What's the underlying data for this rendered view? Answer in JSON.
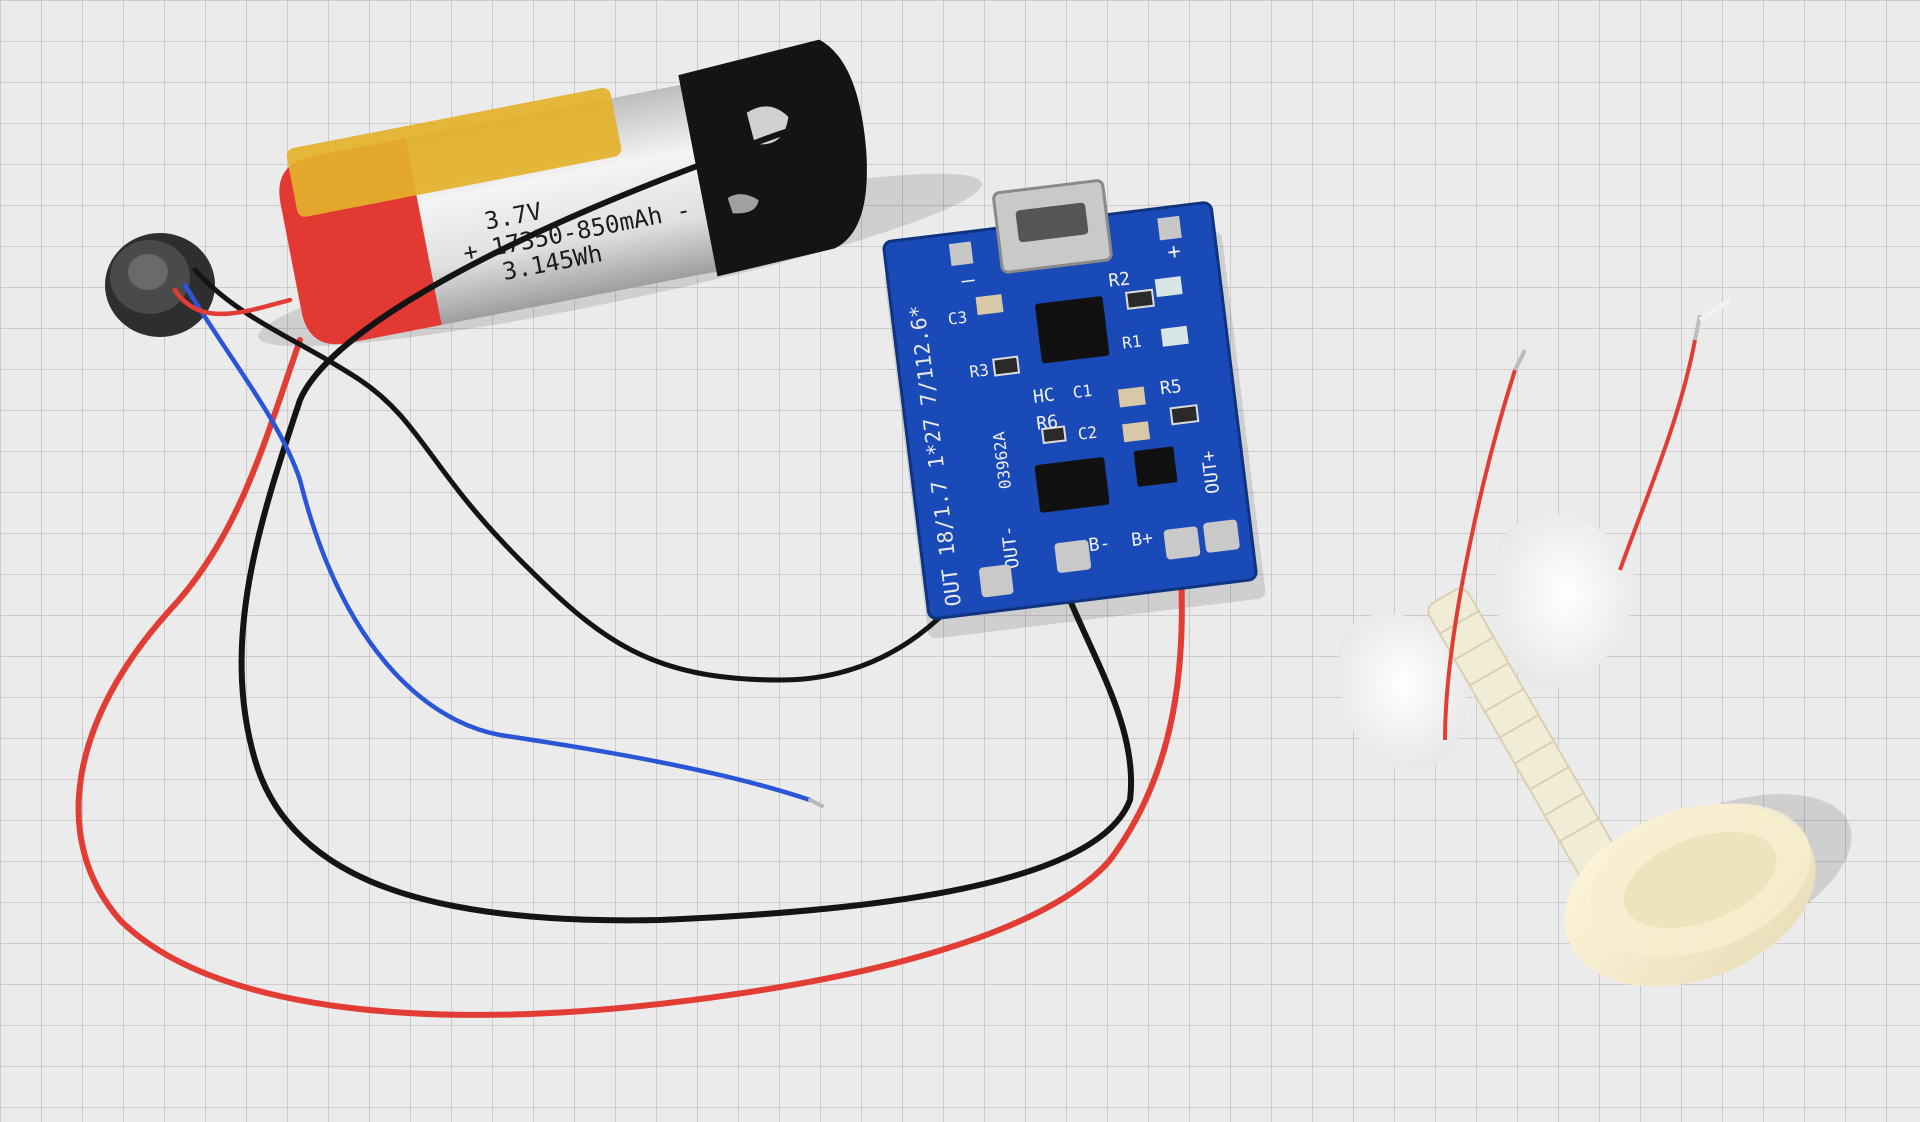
{
  "photo": {
    "subject": "TP4056 charger board wired to a Li-ion cell",
    "battery": {
      "label_lines": [
        "3.7V",
        "+ 17350-850mAh -",
        "3.145Wh"
      ]
    },
    "board": {
      "side_text": "OUT 18/1.7 1*27 7/112.6*",
      "silkscreen": {
        "minus": "–",
        "plus": "+",
        "r2": "R2",
        "r3": "R3",
        "r1": "R1",
        "c3": "C3",
        "hc": "HC",
        "c1": "C1",
        "r5": "R5",
        "r6": "R6",
        "c2": "C2",
        "code": "03962A",
        "out_minus": "OUT-",
        "out_plus": "OUT+",
        "b_minus": "B-",
        "b_plus": "B+"
      }
    }
  }
}
